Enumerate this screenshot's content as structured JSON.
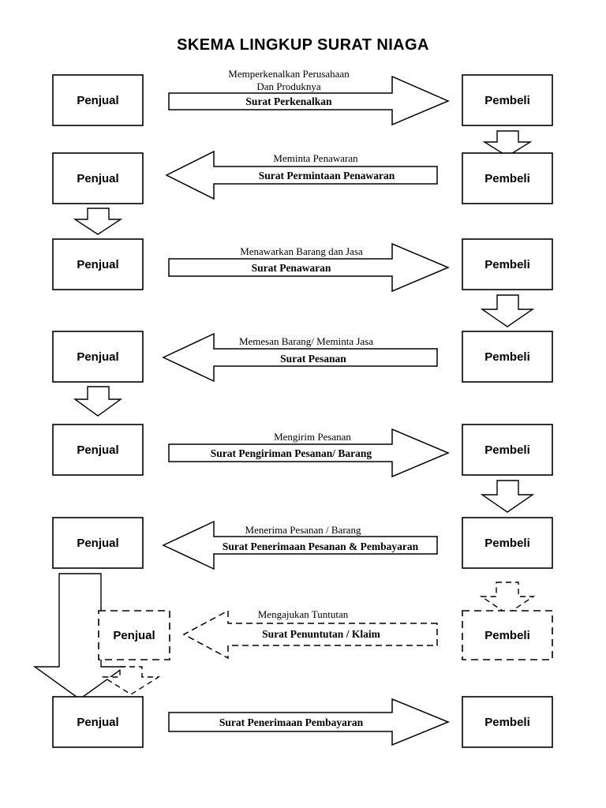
{
  "title": "SKEMA LINGKUP SURAT NIAGA",
  "labels": {
    "seller": "Penjual",
    "buyer": "Pembeli"
  },
  "rows": [
    {
      "id": "row-1",
      "direction": "right",
      "style": "solid",
      "caption_line1": "Memperkenalkan Perusahaan",
      "caption_line2": "Dan Produknya",
      "inner_label": "Surat Perkenalkan",
      "left_node": "Penjual",
      "right_node": "Pembeli"
    },
    {
      "id": "row-2",
      "direction": "left",
      "style": "solid",
      "caption_line1": "Meminta Penawaran",
      "caption_line2": "",
      "inner_label": "Surat Permintaan Penawaran",
      "left_node": "Penjual",
      "right_node": "Pembeli"
    },
    {
      "id": "row-3",
      "direction": "right",
      "style": "solid",
      "caption_line1": "Menawarkan Barang dan Jasa",
      "caption_line2": "",
      "inner_label": "Surat Penawaran",
      "left_node": "Penjual",
      "right_node": "Pembeli"
    },
    {
      "id": "row-4",
      "direction": "left",
      "style": "solid",
      "caption_line1": "Memesan Barang/ Meminta Jasa",
      "caption_line2": "",
      "inner_label": "Surat Pesanan",
      "left_node": "Penjual",
      "right_node": "Pembeli"
    },
    {
      "id": "row-5",
      "direction": "right",
      "style": "solid",
      "caption_line1": "Mengirim Pesanan",
      "caption_line2": "",
      "inner_label": "Surat Pengiriman Pesanan/ Barang",
      "left_node": "Penjual",
      "right_node": "Pembeli"
    },
    {
      "id": "row-6",
      "direction": "left",
      "style": "solid",
      "caption_line1": "Menerima Pesanan / Barang",
      "caption_line2": "",
      "inner_label": "Surat Penerimaan Pesanan & Pembayaran",
      "left_node": "Penjual",
      "right_node": "Pembeli"
    },
    {
      "id": "row-7",
      "direction": "left",
      "style": "dashed",
      "caption_line1": "Mengajukan Tuntutan",
      "caption_line2": "",
      "inner_label": "Surat Penuntutan / Klaim",
      "left_node": "Penjual",
      "right_node": "Pembeli"
    },
    {
      "id": "row-8",
      "direction": "right",
      "style": "solid",
      "caption_line1": "",
      "caption_line2": "",
      "inner_label": "Surat Penerimaan Pembayaran",
      "left_node": "Penjual",
      "right_node": "Pembeli"
    }
  ],
  "colors": {
    "stroke": "#000000",
    "background": "#ffffff"
  }
}
